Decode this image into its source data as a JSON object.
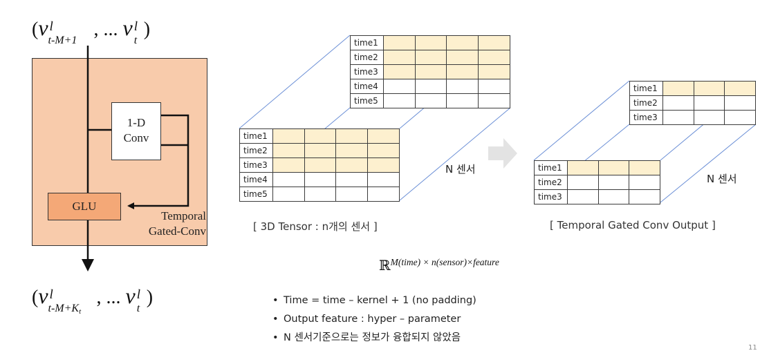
{
  "left_block": {
    "top_formula": {
      "open": "(",
      "first_var": "v",
      "first_sup": "l",
      "first_sub": "t-M+1",
      "middle": ", ...",
      "last_var": "v",
      "last_sup": "l",
      "last_sub": "t",
      "close": ")"
    },
    "bottom_formula": {
      "open": "(",
      "first_var": "v",
      "first_sup": "l",
      "first_sub": "t-M+K",
      "first_sub_sub": "t",
      "middle": ", ...",
      "last_var": "v",
      "last_sup": "l",
      "last_sub": "t",
      "close": ")"
    },
    "conv_label_line1": "1-D",
    "conv_label_line2": "Conv",
    "glu_label": "GLU",
    "gated_label_line1": "Temporal",
    "gated_label_line2": "Gated-Conv"
  },
  "tensor_3d": {
    "front_rows": [
      "time1",
      "time2",
      "time3",
      "time4",
      "time5"
    ],
    "back_rows": [
      "time1",
      "time2",
      "time3",
      "time4",
      "time5"
    ],
    "highlighted_rows": 3,
    "depth_label": "N 센서",
    "caption": "[ 3D Tensor : n개의 센서 ]"
  },
  "output_tensor": {
    "front_rows": [
      "time1",
      "time2",
      "time3"
    ],
    "back_rows": [
      "time1",
      "time2",
      "time3"
    ],
    "highlighted_rows": 1,
    "depth_label": "N 센서",
    "caption": "[ Temporal Gated Conv Output ]"
  },
  "formula": {
    "set": "ℝ",
    "exponent": "M(time) × n(sensor)×feature"
  },
  "bullets": [
    "Time = time – kernel + 1 (no padding)",
    "Output feature : hyper – parameter",
    "N 센서기준으로는 정보가 융합되지 않았음"
  ],
  "page_number": "11",
  "colors": {
    "block_fill": "#f8cbab",
    "glu_fill": "#f4a877",
    "highlight_cell": "#fdf0cf",
    "grid_line": "#3a3a3a",
    "depth_line": "#6b8fd6",
    "arrow": "#e5e5e5"
  }
}
